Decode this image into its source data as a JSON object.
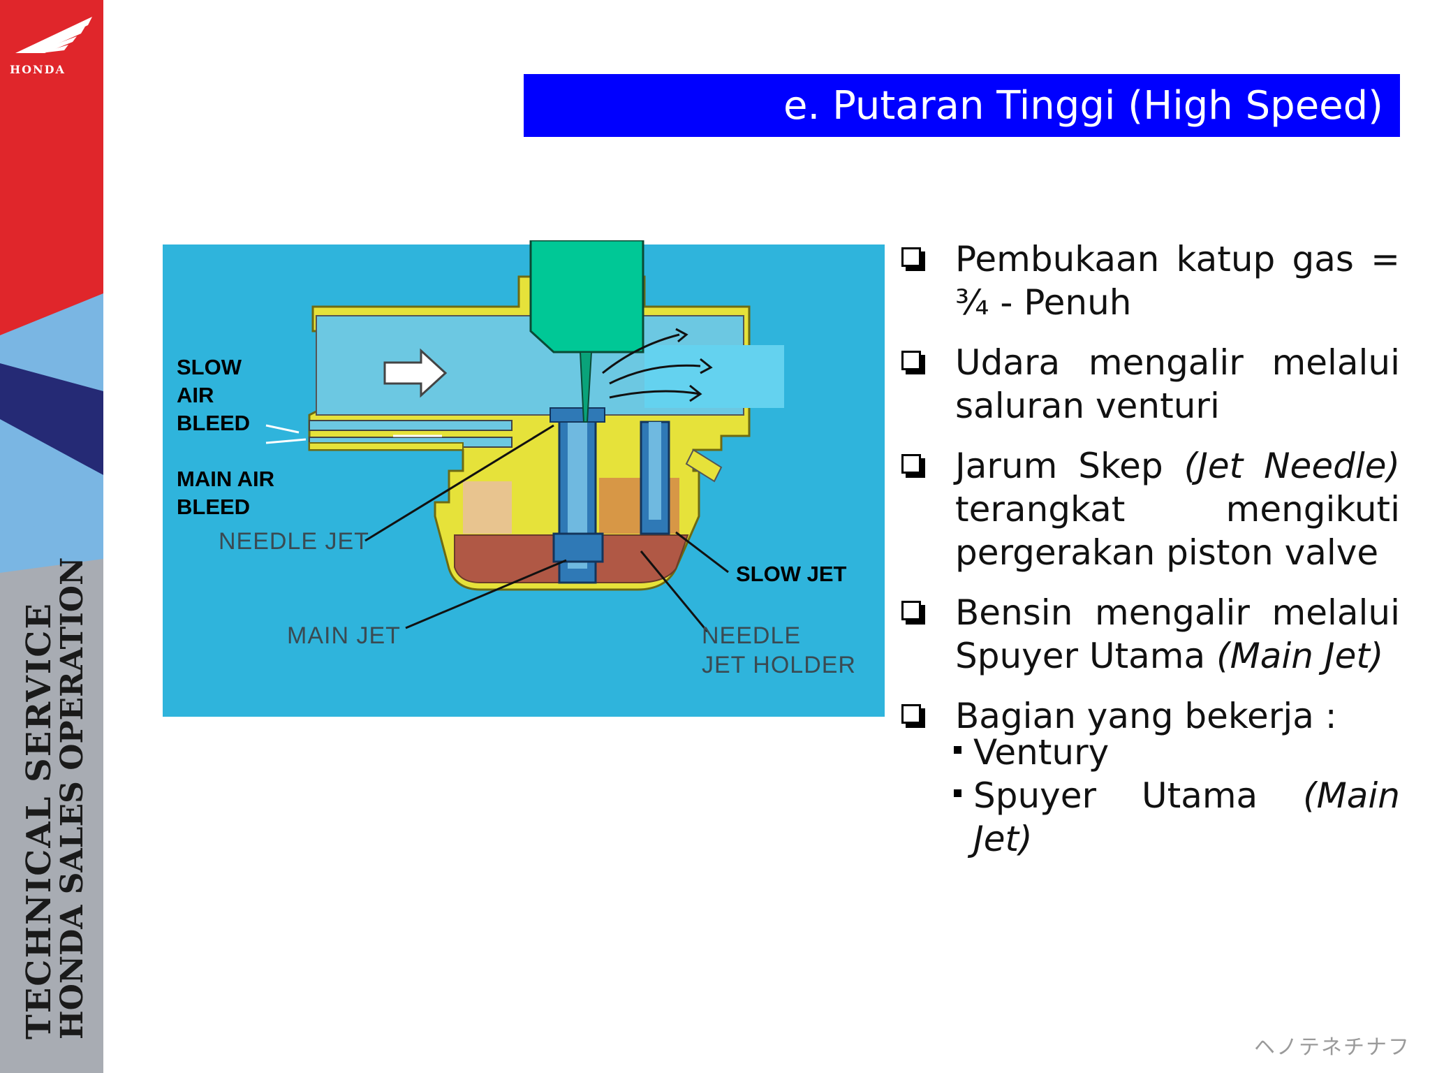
{
  "brand": {
    "logo_text": "HONDA",
    "tagline_line1": "TECHNICAL   SERVICE",
    "tagline_line2": "HONDA SALES OPERATION",
    "colors": {
      "red": "#e0262b",
      "light_blue": "#7ab6e3",
      "navy": "#252a75",
      "gray": "#a8acb3"
    }
  },
  "title": "e. Putaran Tinggi (High Speed)",
  "title_color": "#0000ff",
  "diagram": {
    "background": "#2fb4dc",
    "labels": {
      "slow_air_bleed": "SLOW\nAIR\nBLEED",
      "main_air_bleed": "MAIN AIR\nBLEED",
      "needle_jet": "NEEDLE JET",
      "slow_jet": "SLOW JET",
      "main_jet": "MAIN JET",
      "needle_jet_holder": "NEEDLE\nJET HOLDER"
    }
  },
  "bullets": [
    {
      "pre": "Pembukaan katup gas =  ¾ - Penuh",
      "italic": "",
      "post": ""
    },
    {
      "pre": "Udara mengalir melalui saluran venturi",
      "italic": "",
      "post": ""
    },
    {
      "pre": "Jarum Skep ",
      "italic": "(Jet Needle)",
      "post": " terangkat mengikuti pergerakan piston valve"
    },
    {
      "pre": "Bensin mengalir melalui Spuyer Utama ",
      "italic": "(Main Jet)",
      "post": ""
    },
    {
      "pre": "Bagian yang bekerja :",
      "italic": "",
      "post": ""
    }
  ],
  "sub_bullets": [
    {
      "pre": "Ventury",
      "italic": ""
    },
    {
      "pre": "Spuyer Utama ",
      "italic": "(Main Jet)"
    }
  ],
  "watermark": "ヘノテネチナフ"
}
